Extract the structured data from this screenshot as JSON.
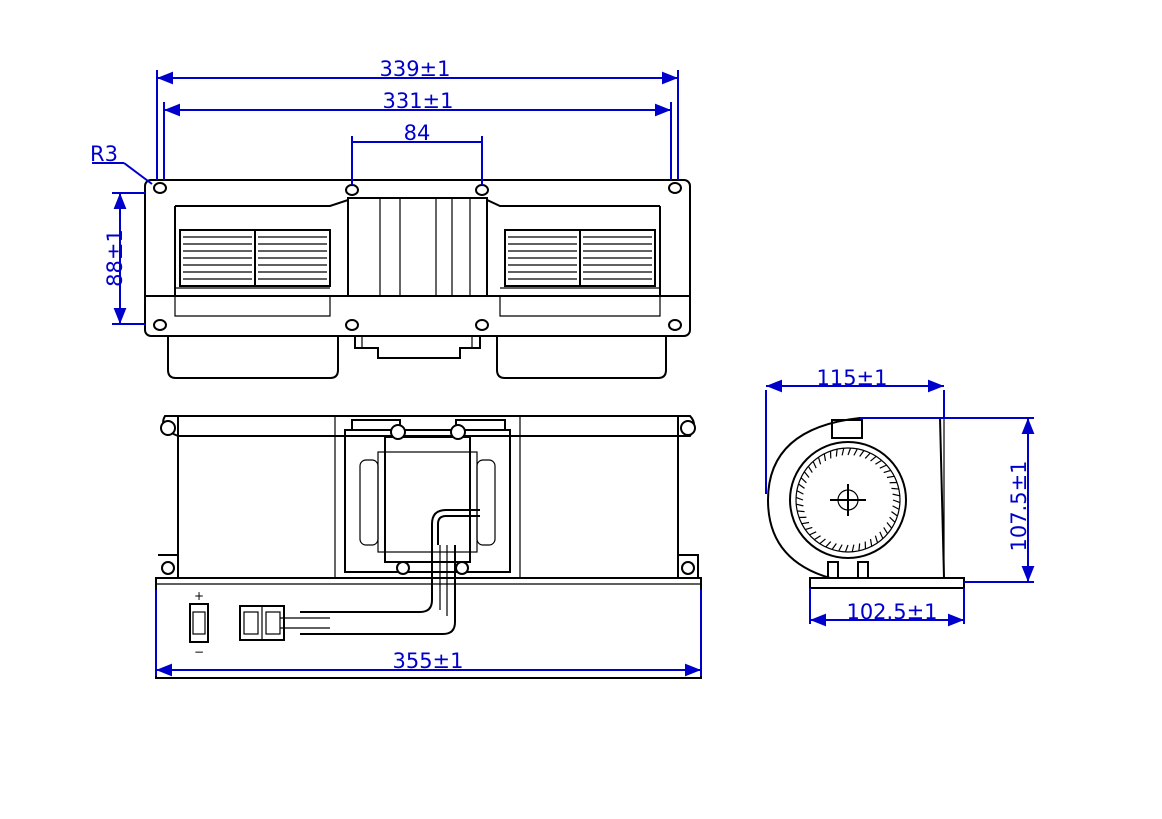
{
  "dimensions": {
    "overall_width_top": "339±1",
    "hole_spacing_outer": "331±1",
    "hole_spacing_center": "84",
    "corner_radius": "R3",
    "height_top": "88±1",
    "overall_width_bottom": "355±1",
    "side_width": "115±1",
    "side_height": "107.5±1",
    "side_base_width": "102.5±1"
  },
  "terminal": {
    "plus": "+",
    "minus": "−"
  },
  "colors": {
    "dimension": "#0000cc",
    "line": "#000000"
  }
}
